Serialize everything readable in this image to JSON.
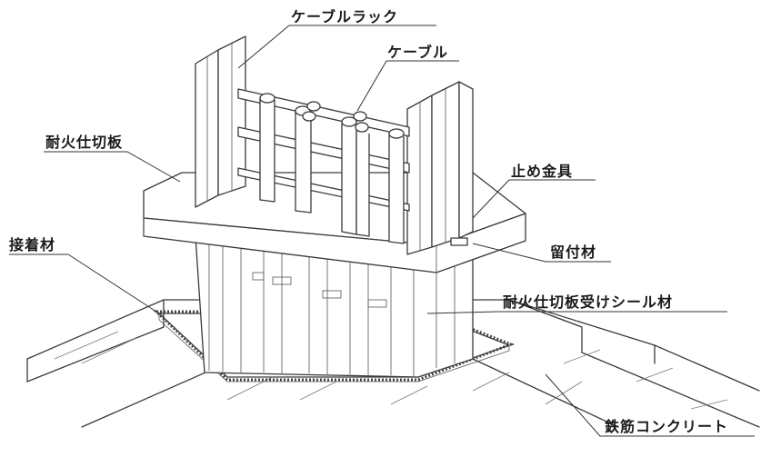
{
  "labels": {
    "cable_rack": "ケーブルラック",
    "cable": "ケーブル",
    "fire_partition": "耐火仕切板",
    "stopper": "止め金具",
    "adhesive": "接着材",
    "fixing_material": "留付材",
    "partition_seal": "耐火仕切板受けシール材",
    "rc_concrete": "鉄筋コンクリート"
  },
  "colors": {
    "line": "#3a3a3a",
    "background": "#ffffff"
  }
}
